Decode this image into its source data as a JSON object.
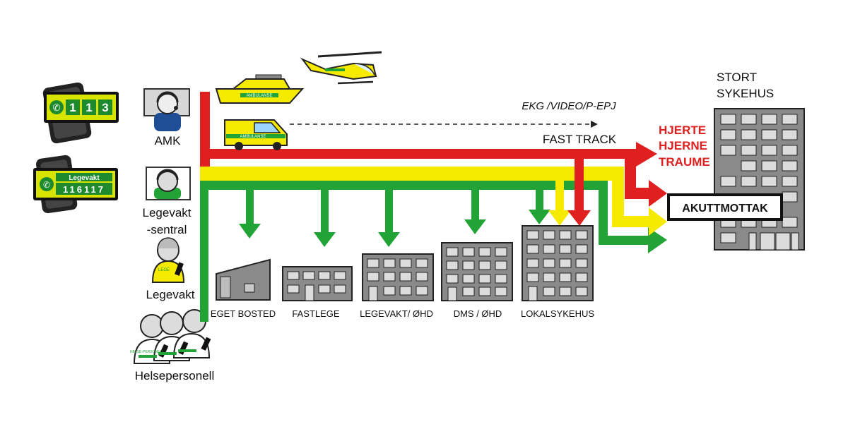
{
  "phones": {
    "emergency": {
      "digits": [
        "1",
        "1",
        "3"
      ]
    },
    "legevakt": {
      "header": "Legevakt",
      "number": "116117"
    }
  },
  "roles": {
    "amk": "AMK",
    "legevakt_sentral_line1": "Legevakt",
    "legevakt_sentral_line2": "-sentral",
    "legevakt": "Legevakt",
    "helsepersonell": "Helsepersonell"
  },
  "badges": {
    "lege": "LEGE",
    "helsepersonell": "HELSE-PERSONELL",
    "ambulanse": "AMBULANSE"
  },
  "transport": {
    "data_link": "EKG /VIDEO/P-EPJ",
    "fast_track": "FAST TRACK"
  },
  "hospital": {
    "title_line1": "STORT",
    "title_line2": "SYKEHUS",
    "akuttmottak": "AKUTTMOTTAK",
    "priorities": [
      "HJERTE",
      "HJERNE",
      "TRAUME"
    ]
  },
  "destinations": [
    "EGET BOSTED",
    "FASTLEGE",
    "LEGEVAKT/ ØHD",
    "DMS / ØHD",
    "LOKALSYKEHUS"
  ],
  "colors": {
    "red": "#e02020",
    "yellow": "#f5ea00",
    "green": "#21a336",
    "building": "#8a8a8a",
    "phone_screen": "#d8e300",
    "phone_dial": "#1d8a2e",
    "priority_text": "#e02020"
  }
}
